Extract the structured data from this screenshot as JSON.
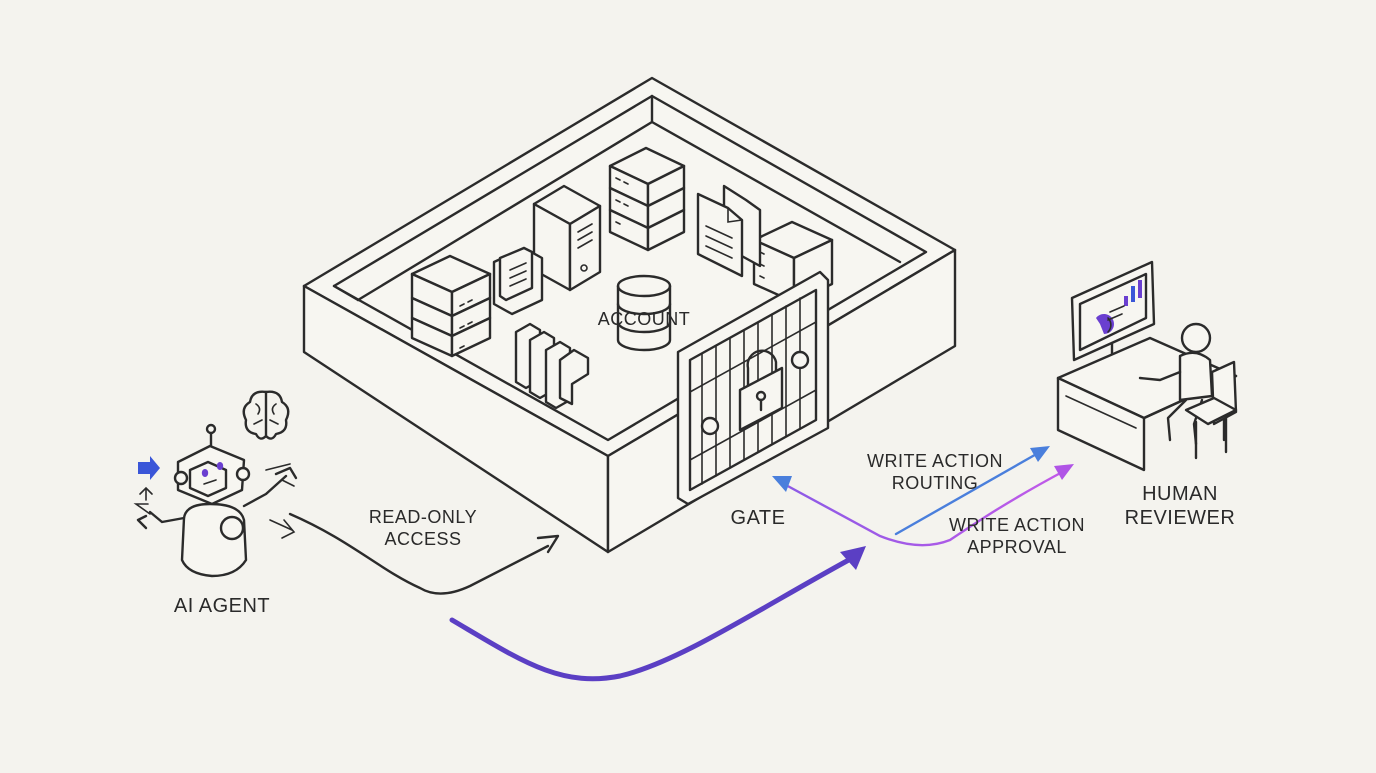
{
  "labels": {
    "account": "ACCOUNT",
    "gate": "GATE",
    "ai_agent": "AI AGENT",
    "read_only_line1": "READ-ONLY",
    "read_only_line2": "ACCESS",
    "write_routing_line1": "WRITE ACTION",
    "write_routing_line2": "ROUTING",
    "write_approval_line1": "WRITE ACTION",
    "write_approval_line2": "APPROVAL",
    "human_line1": "HUMAN",
    "human_line2": "REVIEWER"
  },
  "colors": {
    "ink": "#2b2b2b",
    "background": "#f4f3ee",
    "agent_arrow": "#5b3fc4",
    "routing_arrow": "#4a7fdc",
    "approval_arrow": "#b054e6",
    "accent_purple": "#6a3fd0",
    "accent_blue": "#3a56d8"
  },
  "icons": [
    "robot-icon",
    "brain-icon",
    "server-icon",
    "file-icon",
    "folder-icon",
    "database-icon",
    "padlock-icon",
    "monitor-icon",
    "person-icon",
    "chair-icon"
  ]
}
